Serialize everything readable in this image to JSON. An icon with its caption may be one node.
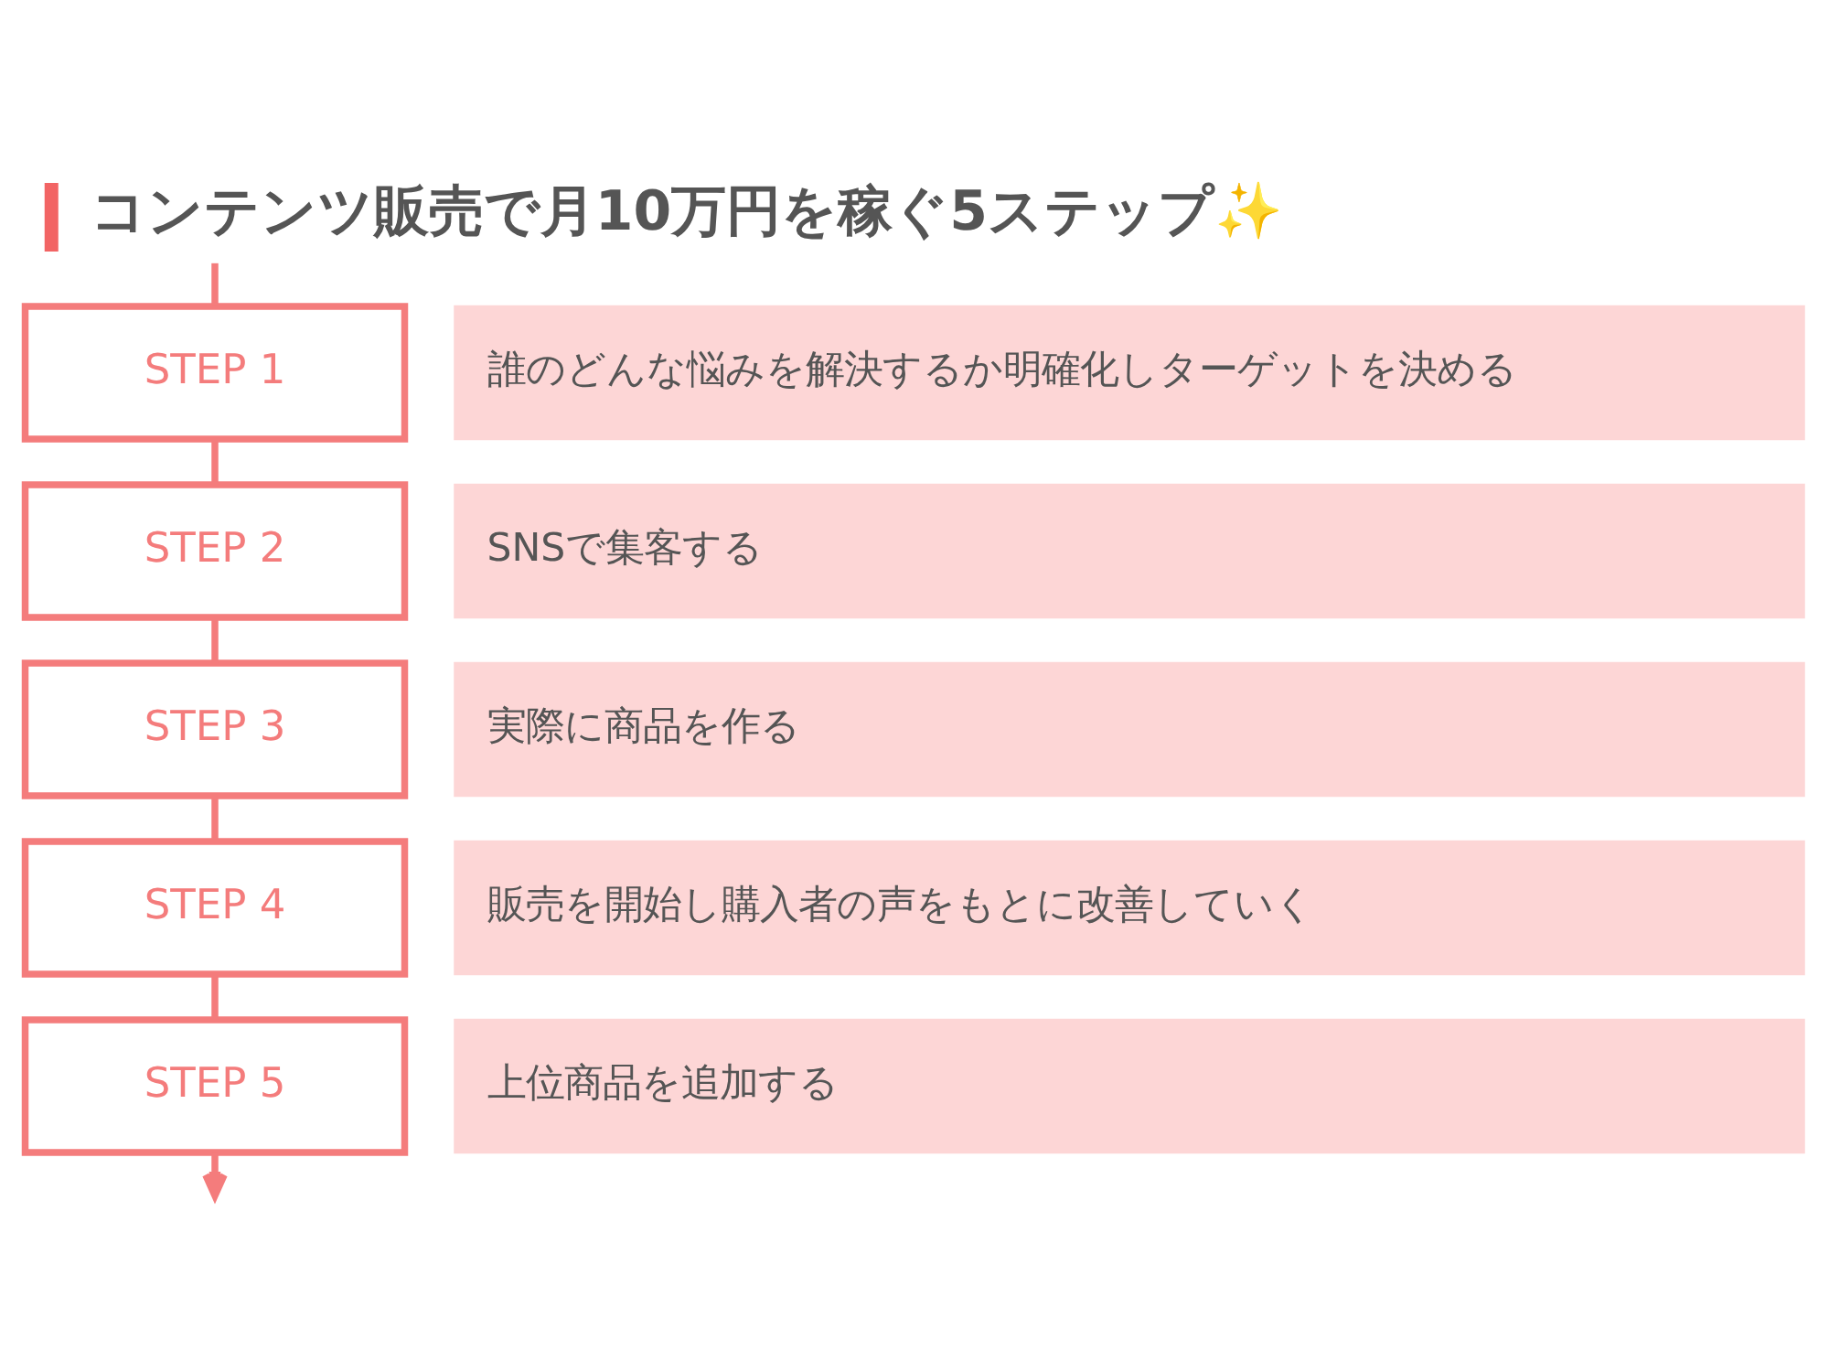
{
  "diagram": {
    "title": "コンテンツ販売で月10万円を稼ぐ5ステップ✨",
    "nodes": [
      {
        "text": [
          "STEP 1"
        ]
      },
      {
        "text": [
          "誰のどんな悩みを解決するか明確化しターゲットを決める"
        ]
      },
      {
        "text": [
          "STEP 2"
        ]
      },
      {
        "text": [
          "SNSで集客する"
        ]
      },
      {
        "text": [
          "STEP 3"
        ]
      },
      {
        "text": [
          "実際に商品を作る"
        ]
      },
      {
        "text": [
          "STEP 4"
        ]
      },
      {
        "text": [
          "販売を開始し購入者の声をもとに改善していく"
        ]
      },
      {
        "text": [
          "STEP 5"
        ]
      },
      {
        "text": [
          "上位商品を追加する"
        ]
      }
    ],
    "edges": [
      {
        "from": null,
        "to": 0,
        "arrow": "none"
      },
      {
        "from": 0,
        "to": 2,
        "arrow": "none"
      },
      {
        "from": 2,
        "to": 4,
        "arrow": "none"
      },
      {
        "from": 4,
        "to": 6,
        "arrow": "none"
      },
      {
        "from": 6,
        "to": 8,
        "arrow": "none"
      },
      {
        "from": 8,
        "to": null,
        "arrow": "to"
      }
    ]
  }
}
